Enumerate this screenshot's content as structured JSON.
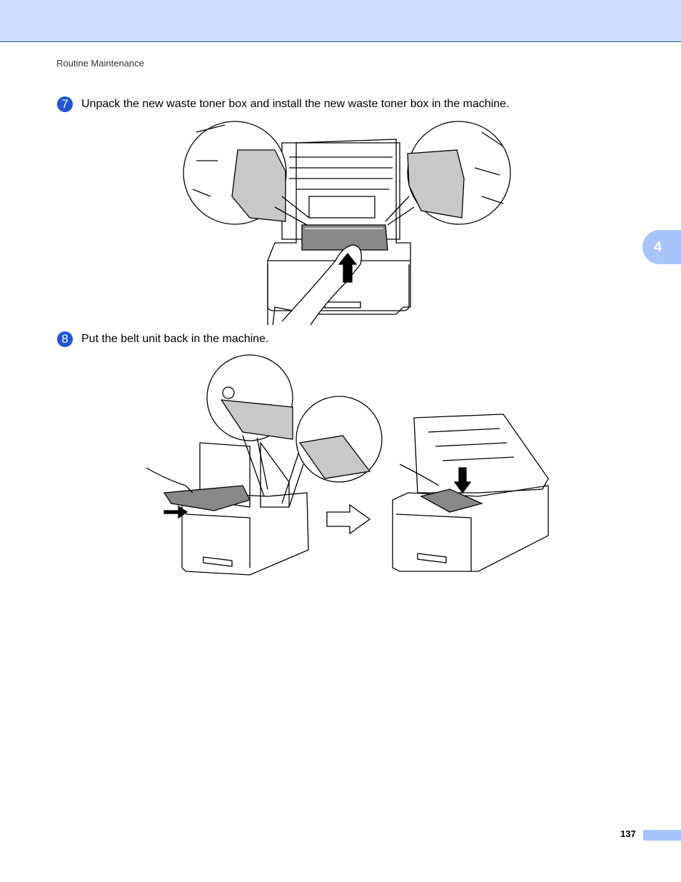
{
  "header": {
    "section": "Routine Maintenance"
  },
  "chapter_tab": {
    "label": "4"
  },
  "steps": [
    {
      "number": "7",
      "text": "Unpack the new waste toner box and install the new waste toner box in the machine."
    },
    {
      "number": "8",
      "text": "Put the belt unit back in the machine."
    }
  ],
  "footer": {
    "page_number": "137"
  }
}
